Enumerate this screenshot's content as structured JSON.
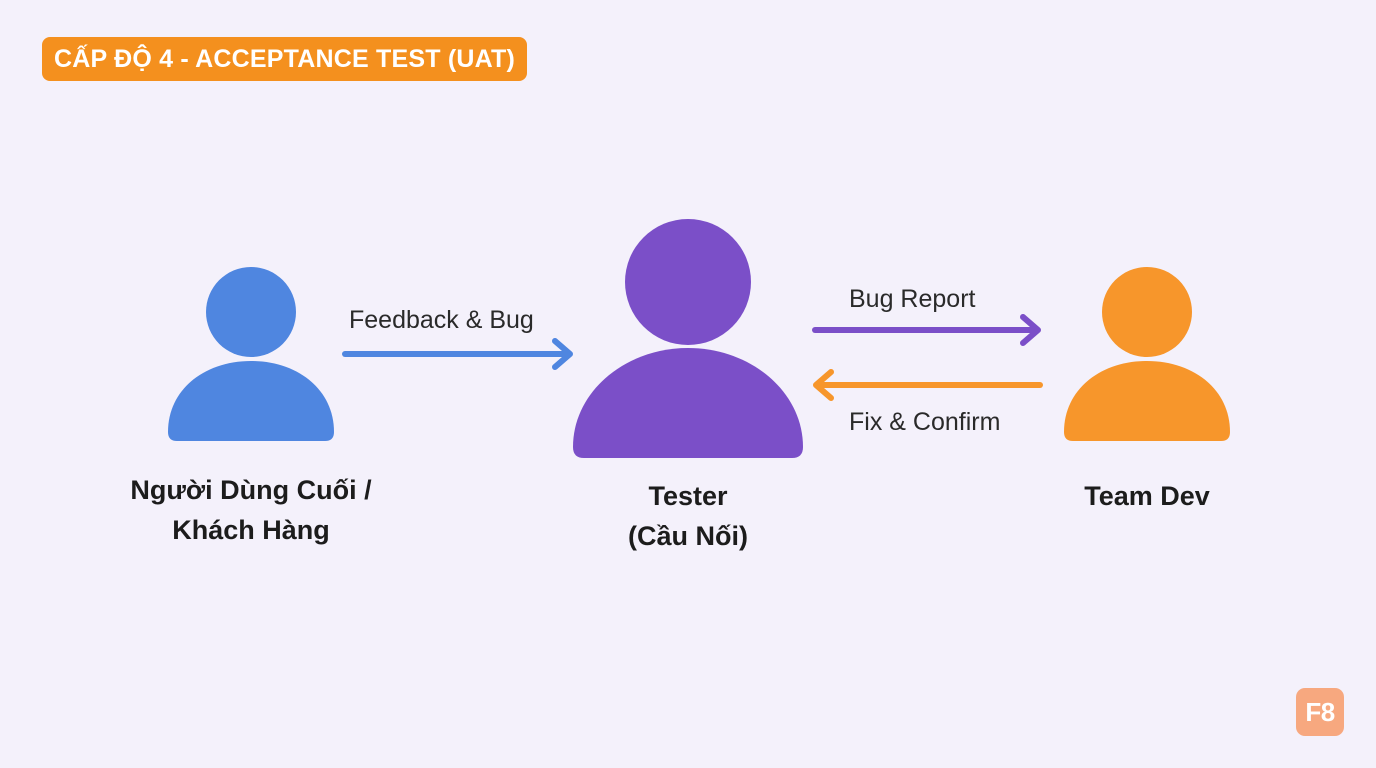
{
  "title": "CẤP ĐỘ 4 - ACCEPTANCE TEST (UAT)",
  "colors": {
    "background": "#f4f1fb",
    "title_badge": "#f4901e",
    "user": "#4f86e0",
    "tester": "#7b4fc8",
    "dev": "#f7962b",
    "logo": "#f7a87f"
  },
  "nodes": {
    "user": {
      "line1": "Người Dùng Cuối /",
      "line2": "Khách Hàng",
      "icon": "person-icon"
    },
    "tester": {
      "line1": "Tester",
      "line2": "(Cầu Nối)",
      "icon": "person-icon"
    },
    "dev": {
      "line1": "Team Dev",
      "icon": "person-icon"
    }
  },
  "edges": {
    "user_to_tester": "Feedback & Bug",
    "tester_to_dev": "Bug Report",
    "dev_to_tester": "Fix & Confirm"
  },
  "logo": {
    "text": "F8"
  }
}
